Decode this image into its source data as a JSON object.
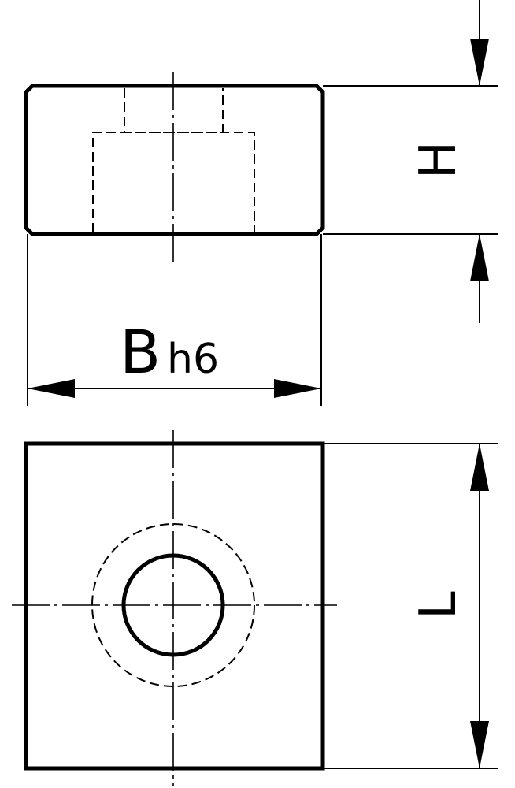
{
  "drawing": {
    "labels": {
      "height": "H",
      "width": "B",
      "width_tolerance": "h6",
      "length": "L"
    },
    "colors": {
      "line": "#000000",
      "background": "#ffffff"
    }
  }
}
